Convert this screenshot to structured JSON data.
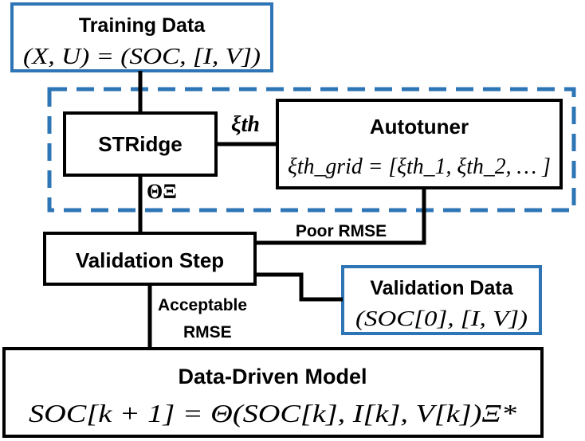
{
  "colors": {
    "black": "#000000",
    "blue": "#2e75b6"
  },
  "nodes": {
    "training": {
      "title": "Training Data",
      "formula": "(X, U) = (SOC, [I, V])"
    },
    "stridge": {
      "title": "STRidge"
    },
    "autotuner": {
      "title": "Autotuner",
      "formula": "ξth_grid = [ξth_1, ξth_2, … ]"
    },
    "validation_step": {
      "title": "Validation Step"
    },
    "validation_data": {
      "title": "Validation Data",
      "formula": "(SOC[0], [I, V])"
    },
    "model": {
      "title": "Data-Driven Model",
      "formula": "SOC[k + 1] = Θ(SOC[k], I[k], V[k])Ξ*"
    }
  },
  "edges": {
    "xi_th": "ξth",
    "theta_xi": "ΘΞ",
    "poor_rmse": "Poor RMSE",
    "acceptable": "Acceptable",
    "rmse": "RMSE"
  }
}
